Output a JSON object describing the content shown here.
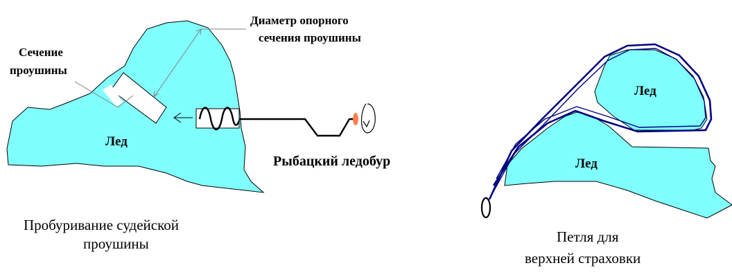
{
  "left_figure": {
    "ice_label": "Лед",
    "section_label_line1": "Сечение",
    "section_label_line2": "проушины",
    "diameter_label_line1": "Диаметр  опорного",
    "diameter_label_line2": "сечения  проушины",
    "drill_label": "Рыбацкий  ледобур",
    "caption_line1": "Пробуривание  судейской",
    "caption_line2": "проушины"
  },
  "right_figure": {
    "upper_ice_label": "Лед",
    "lower_ice_label": "Лед",
    "caption_line1": "Петля  для",
    "caption_line2": "верхней  страховки"
  },
  "colors": {
    "ice": "#80ffff",
    "rope": "#000080",
    "drill_handle": "#ff7f50",
    "leader_line": "#808080"
  }
}
